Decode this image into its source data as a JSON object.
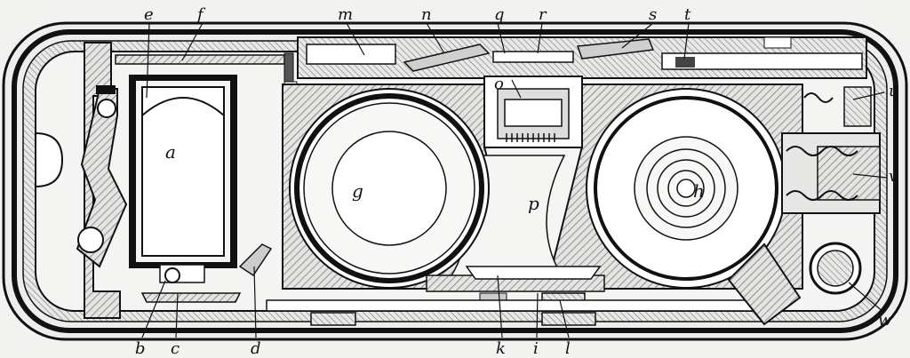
{
  "labels": {
    "a": "a",
    "b": "b",
    "c": "c",
    "d": "d",
    "e": "e",
    "f": "f",
    "g": "g",
    "h": "h",
    "i": "i",
    "k": "k",
    "l": "l",
    "m": "m",
    "n": "n",
    "o": "o",
    "p": "p",
    "q": "q",
    "r": "r",
    "s": "s",
    "t": "t",
    "u": "u",
    "v": "v",
    "w": "w"
  },
  "colors": {
    "ink": "#111111",
    "paper": "#f2f2f0",
    "hatch": "#9a9a98",
    "shade": "#d8d8d6"
  }
}
